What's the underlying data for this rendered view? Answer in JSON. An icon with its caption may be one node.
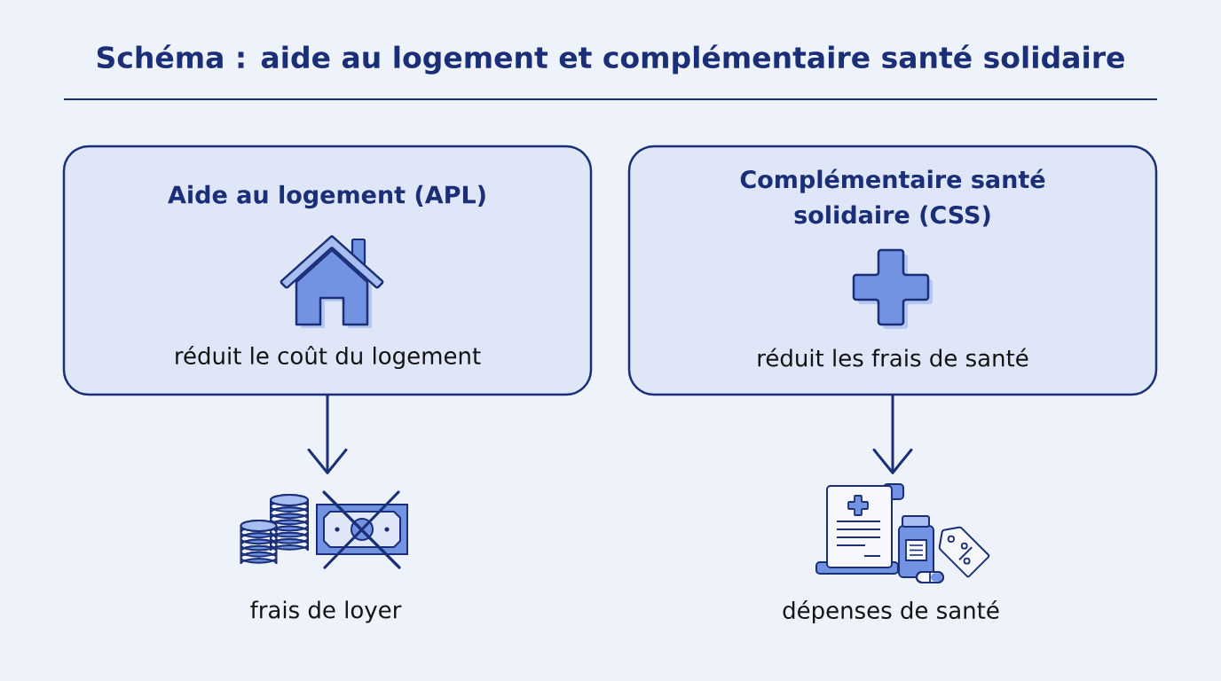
{
  "diagram": {
    "title": "Schéma : aide au logement et complémentaire santé solidaire",
    "nodes": [
      {
        "text": [
          "Aide au logement (APL)",
          "réduit le coût du logement"
        ]
      },
      {
        "text": [
          "Complémentaire santé solidaire (CSS)",
          "réduit les frais de santé"
        ]
      },
      {
        "text": [],
        "shape": "picture",
        "beside": [
          "frais de loyer"
        ]
      },
      {
        "text": [],
        "shape": "picture",
        "beside": [
          "dépenses de santé"
        ]
      }
    ],
    "edges": [
      {
        "from": 0,
        "to": 2,
        "arrow": "to"
      },
      {
        "from": 1,
        "to": 3,
        "arrow": "to"
      }
    ]
  }
}
